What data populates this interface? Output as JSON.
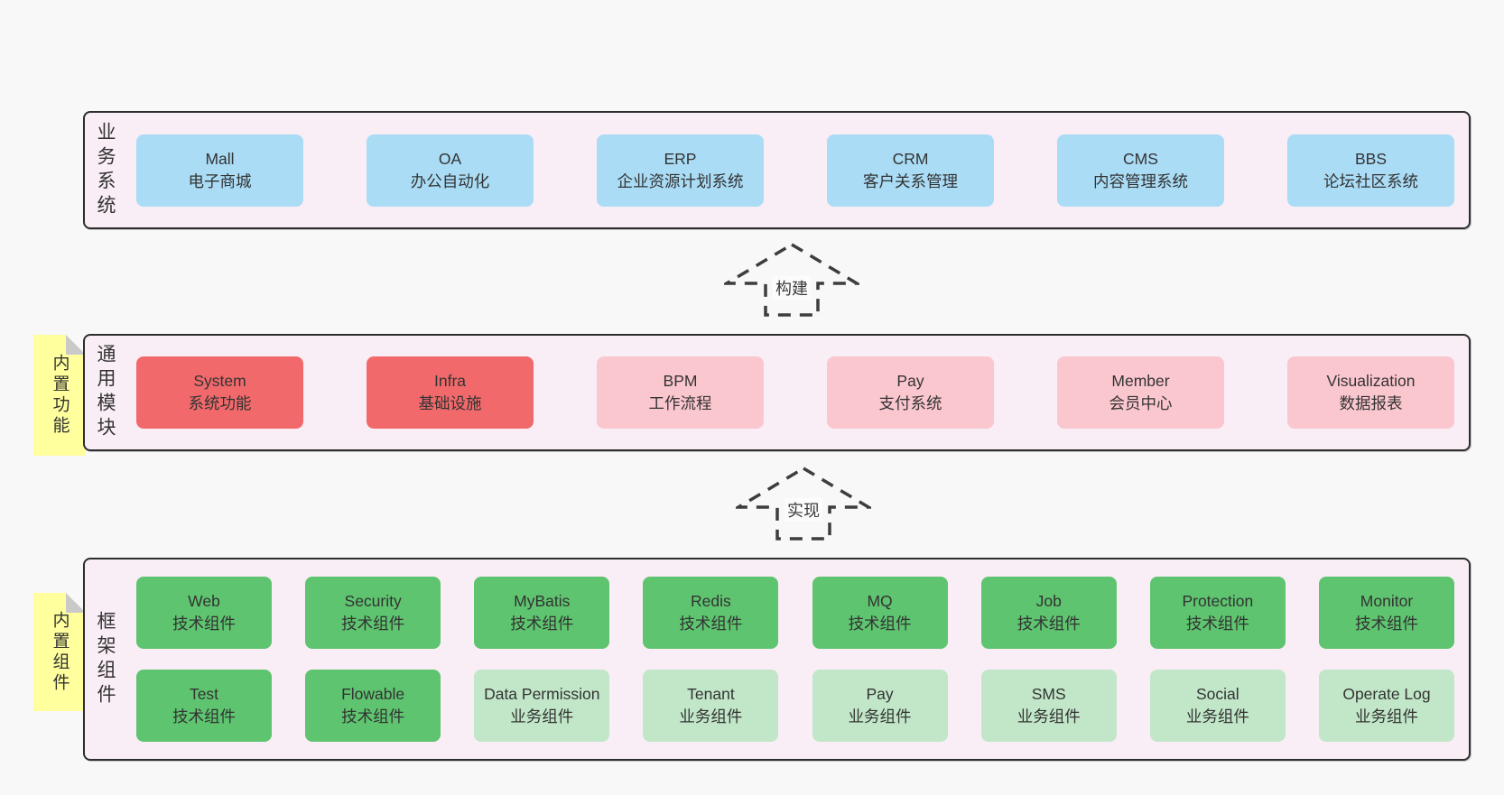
{
  "palette": {
    "page_bg": "#f8f8f8",
    "container_bg": "#f9edf6",
    "container_border": "#2e2e2e",
    "box_blue": "#aadcf6",
    "box_red": "#f2696b",
    "box_pink": "#fbc7ce",
    "box_green": "#5ec46f",
    "box_green_light": "#c1e7c8",
    "sticky_yellow": "#ffff9e",
    "sticky_fold_gray": "#c9c9c9",
    "text": "#333333"
  },
  "arrows": [
    {
      "label": "构建",
      "direction": "up",
      "style": "dashed"
    },
    {
      "label": "实现",
      "direction": "up",
      "style": "dashed"
    }
  ],
  "stickies": [
    {
      "label": "内置功能"
    },
    {
      "label": "内置组件"
    }
  ],
  "layers": [
    {
      "label": "业务系统",
      "boxes": [
        {
          "en": "Mall",
          "zh": "电子商城",
          "variant": "blue"
        },
        {
          "en": "OA",
          "zh": "办公自动化",
          "variant": "blue"
        },
        {
          "en": "ERP",
          "zh": "企业资源计划系统",
          "variant": "blue"
        },
        {
          "en": "CRM",
          "zh": "客户关系管理",
          "variant": "blue"
        },
        {
          "en": "CMS",
          "zh": "内容管理系统",
          "variant": "blue"
        },
        {
          "en": "BBS",
          "zh": "论坛社区系统",
          "variant": "blue"
        }
      ]
    },
    {
      "label": "通用模块",
      "boxes": [
        {
          "en": "System",
          "zh": "系统功能",
          "variant": "red"
        },
        {
          "en": "Infra",
          "zh": "基础设施",
          "variant": "red"
        },
        {
          "en": "BPM",
          "zh": "工作流程",
          "variant": "pink"
        },
        {
          "en": "Pay",
          "zh": "支付系统",
          "variant": "pink"
        },
        {
          "en": "Member",
          "zh": "会员中心",
          "variant": "pink"
        },
        {
          "en": "Visualization",
          "zh": "数据报表",
          "variant": "pink"
        }
      ]
    },
    {
      "label": "框架组件",
      "rows": [
        [
          {
            "en": "Web",
            "zh": "技术组件",
            "variant": "green"
          },
          {
            "en": "Security",
            "zh": "技术组件",
            "variant": "green"
          },
          {
            "en": "MyBatis",
            "zh": "技术组件",
            "variant": "green"
          },
          {
            "en": "Redis",
            "zh": "技术组件",
            "variant": "green"
          },
          {
            "en": "MQ",
            "zh": "技术组件",
            "variant": "green"
          },
          {
            "en": "Job",
            "zh": "技术组件",
            "variant": "green"
          },
          {
            "en": "Protection",
            "zh": "技术组件",
            "variant": "green"
          },
          {
            "en": "Monitor",
            "zh": "技术组件",
            "variant": "green"
          }
        ],
        [
          {
            "en": "Test",
            "zh": "技术组件",
            "variant": "green"
          },
          {
            "en": "Flowable",
            "zh": "技术组件",
            "variant": "green"
          },
          {
            "en": "Data Permission",
            "zh": "业务组件",
            "variant": "green-light"
          },
          {
            "en": "Tenant",
            "zh": "业务组件",
            "variant": "green-light"
          },
          {
            "en": "Pay",
            "zh": "业务组件",
            "variant": "green-light"
          },
          {
            "en": "SMS",
            "zh": "业务组件",
            "variant": "green-light"
          },
          {
            "en": "Social",
            "zh": "业务组件",
            "variant": "green-light"
          },
          {
            "en": "Operate Log",
            "zh": "业务组件",
            "variant": "green-light"
          }
        ]
      ]
    }
  ]
}
